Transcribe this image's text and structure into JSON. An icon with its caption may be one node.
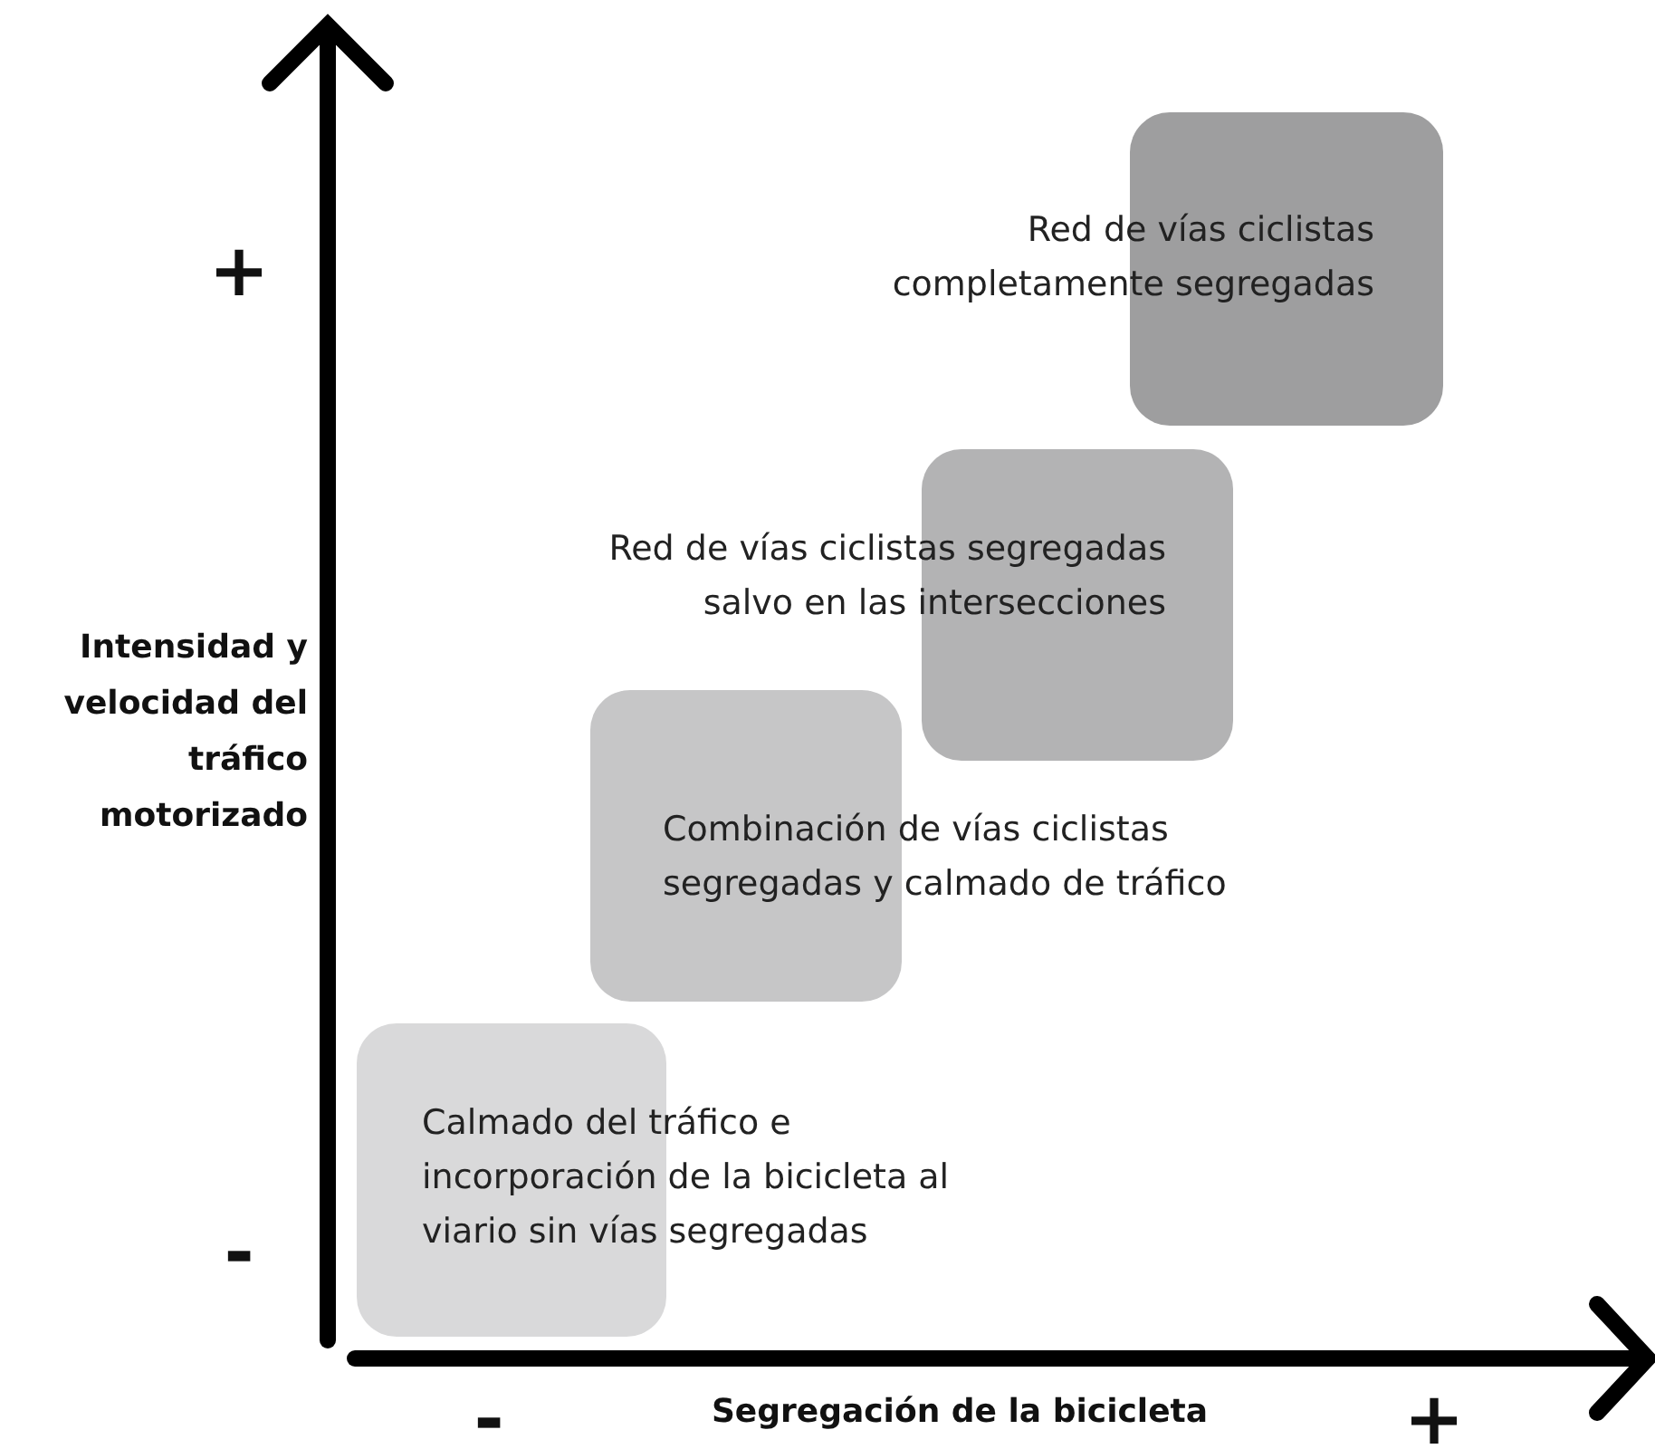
{
  "diagram": {
    "nodes": [
      {
        "text": [
          "Calmado del tráfico e incorporación de la bicicleta al viario sin vías segregadas"
        ]
      },
      {
        "text": [
          "Combinación de vías ciclistas segregadas y calmado de tráfico"
        ]
      },
      {
        "text": [
          "Red de vías ciclistas segregadas salvo en las intersecciones"
        ]
      },
      {
        "text": [
          "Red de vías ciclistas completamente segregadas"
        ]
      }
    ],
    "labels": [
      "+",
      "Intensidad y velocidad del tráfico motorizado",
      "-",
      "-",
      "Segregación de la bicicleta",
      "+"
    ]
  }
}
